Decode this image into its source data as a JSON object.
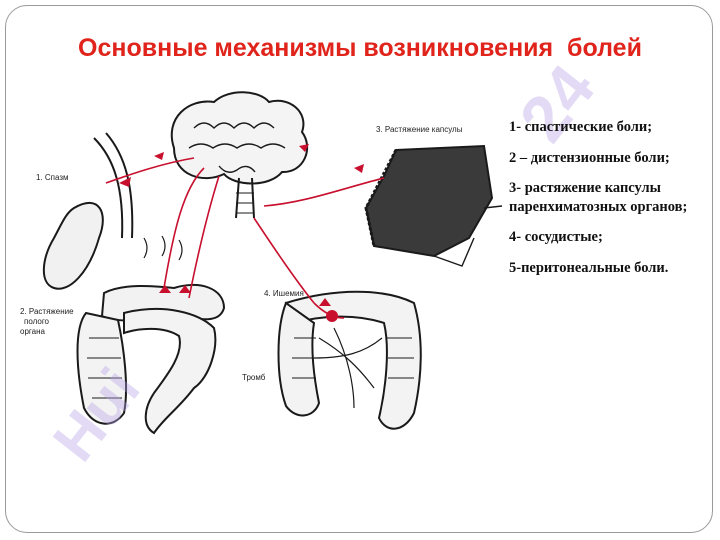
{
  "slide": {
    "title": "Основные механизмы возникновения  болей",
    "legend": [
      "1- спастические боли;",
      "2 – дистензионные боли;",
      "3- растяжение капсулы паренхиматозных органов;",
      "4- сосудистые;",
      "5-перитонеальные боли."
    ]
  },
  "illustration": {
    "labels": {
      "spasm": "1. Спазм",
      "capsule": "3. Растяжение капсулы",
      "distension_line1": "2. Растяжение",
      "distension_line2": "полого",
      "distension_line3": "органа",
      "ischemia": "4. Ишемия",
      "thrombus": "Тромб"
    },
    "colors": {
      "nerve": "#c8102e",
      "ink": "#1a1a1a"
    }
  },
  "watermark": {
    "text_left": "Hui",
    "text_right": "24",
    "color": "#b7a3e6"
  }
}
